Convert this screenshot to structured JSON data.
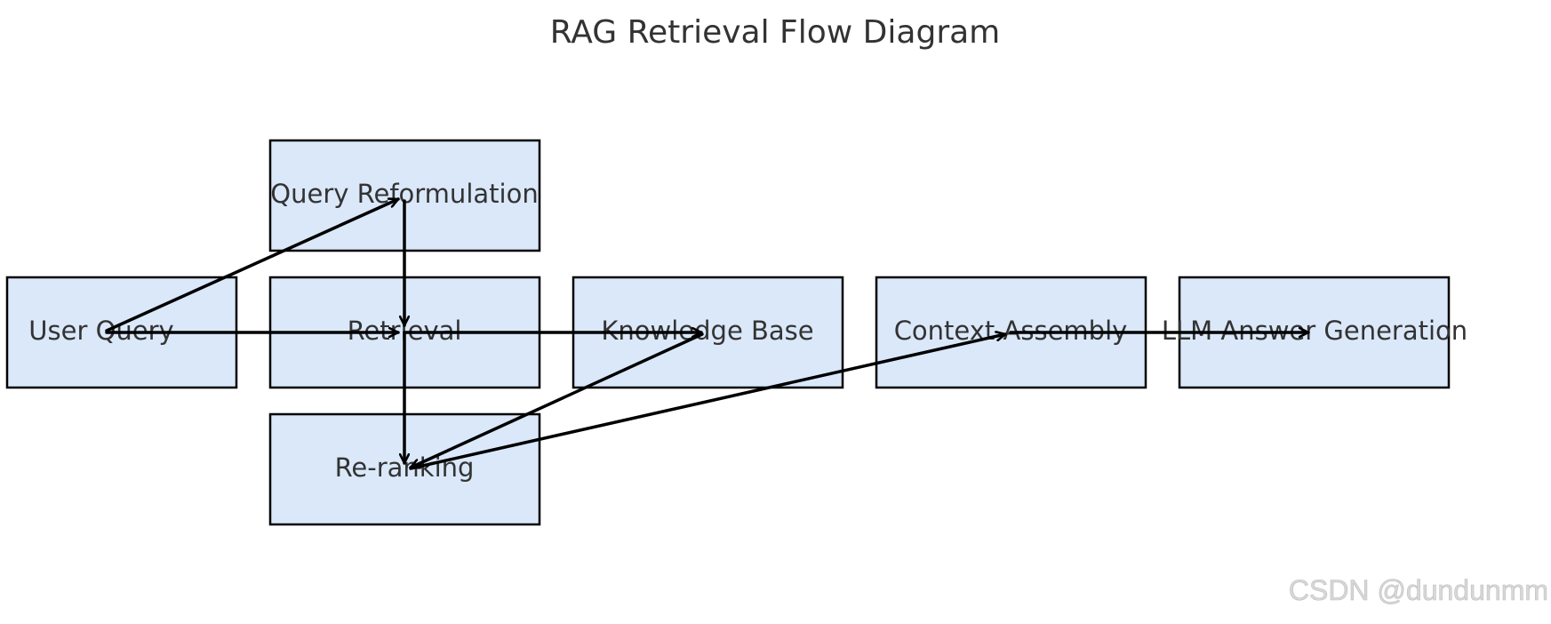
{
  "title": "RAG Retrieval Flow Diagram",
  "nodes": {
    "user_query": "User Query",
    "query_reformulation": "Query Reformulation",
    "retrieval": "Retrieval",
    "re_ranking": "Re-ranking",
    "knowledge_base": "Knowledge Base",
    "context_assembly": "Context Assembly",
    "llm_answer_generation": "LLM Answer Generation"
  },
  "edges": [
    {
      "from": "user_query",
      "to": "query_reformulation"
    },
    {
      "from": "user_query",
      "to": "retrieval"
    },
    {
      "from": "query_reformulation",
      "to": "retrieval"
    },
    {
      "from": "retrieval",
      "to": "knowledge_base"
    },
    {
      "from": "retrieval",
      "to": "re_ranking"
    },
    {
      "from": "knowledge_base",
      "to": "re_ranking"
    },
    {
      "from": "re_ranking",
      "to": "context_assembly"
    },
    {
      "from": "context_assembly",
      "to": "llm_answer_generation"
    }
  ],
  "watermark": "CSDN @dundunmm",
  "colors": {
    "node_fill": "#dae8fa",
    "node_border": "#000000",
    "arrow": "#000000",
    "text": "#333333"
  }
}
